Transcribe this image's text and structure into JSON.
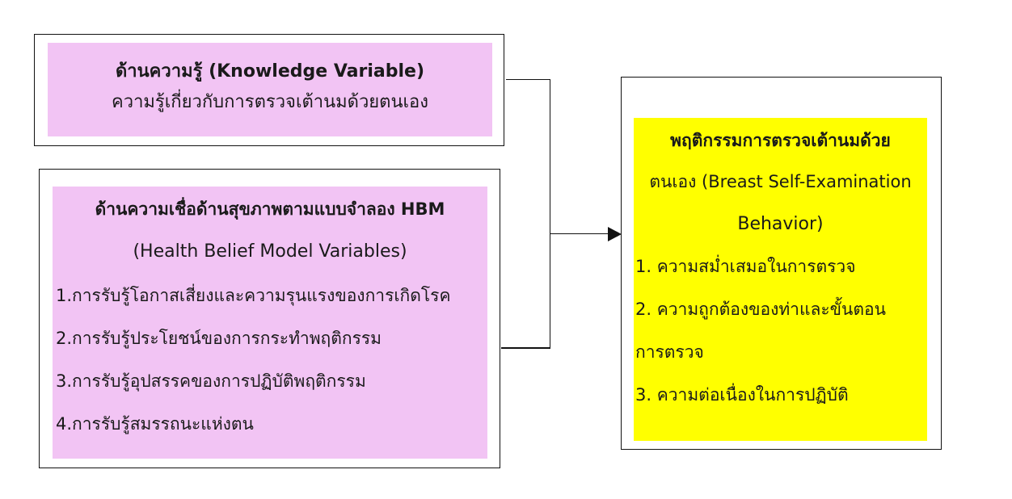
{
  "knowledge": {
    "title": "ด้านความรู้ (Knowledge Variable)",
    "subtitle": "ความรู้เกี่ยวกับการตรวจเต้านมด้วยตนเอง"
  },
  "hbm": {
    "title": "ด้านความเชื่อด้านสุขภาพตามแบบจำลอง HBM",
    "subtitle": "(Health Belief Model Variables)",
    "items": [
      "1.การรับรู้โอกาสเสี่ยงและความรุนแรงของการเกิดโรค",
      "2.การรับรู้ประโยชน์ของการกระทำพฤติกรรม",
      "3.การรับรู้อุปสรรคของการปฏิบัติพฤติกรรม",
      "4.การรับรู้สมรรถนะแห่งตน"
    ]
  },
  "behavior": {
    "title_line1": "พฤติกรรมการตรวจเต้านมด้วย",
    "title_line2": "ตนเอง (Breast Self-Examination",
    "title_line3": "Behavior)",
    "items": [
      "1. ความสม่ำเสมอในการตรวจ",
      "2. ความถูกต้องของท่าและขั้นตอน",
      "การตรวจ",
      "3. ความต่อเนื่องในการปฏิบัติ"
    ]
  },
  "colors": {
    "pink": "#f2c4f4",
    "yellow": "#ffff00",
    "line": "#111111"
  }
}
